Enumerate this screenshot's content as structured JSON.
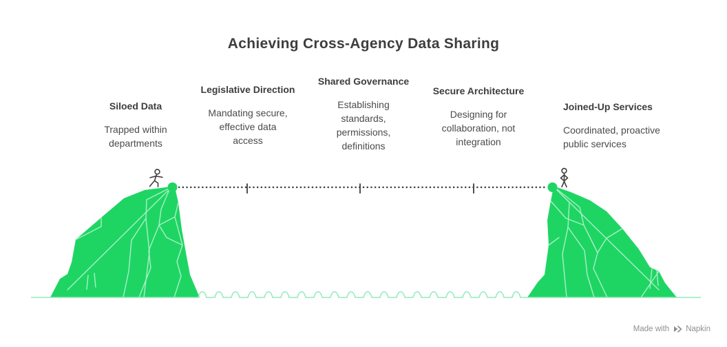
{
  "title": "Achieving Cross-Agency Data Sharing",
  "stages": [
    {
      "label": "Siloed Data",
      "description": "Trapped within\ndepartments"
    },
    {
      "label": "Legislative Direction",
      "description": "Mandating secure,\neffective data\naccess"
    },
    {
      "label": "Shared Governance",
      "description": "Establishing\nstandards,\npermissions,\ndefinitions"
    },
    {
      "label": "Secure Architecture",
      "description": "Designing for\ncollaboration, not\nintegration"
    },
    {
      "label": "Joined-Up Services",
      "description": "Coordinated, proactive\npublic services"
    }
  ],
  "bridge": {
    "start_stage": "Siloed Data",
    "end_stage": "Joined-Up Services",
    "tick_count": 3
  },
  "icons": {
    "left_figure": "walking-person-icon",
    "right_figure": "standing-person-icon",
    "credit_logo": "napkin-logo-icon"
  },
  "colors": {
    "cliff_green": "#1ed564",
    "cliff_facet_line": "#a9f0c4",
    "shoreline_green": "#93ebbb",
    "ink": "#3d3d3d",
    "body_text": "#4a4a4a",
    "credit_text": "#8f8f8f"
  },
  "credit": {
    "made_with": "Made with",
    "brand": "Napkin"
  }
}
